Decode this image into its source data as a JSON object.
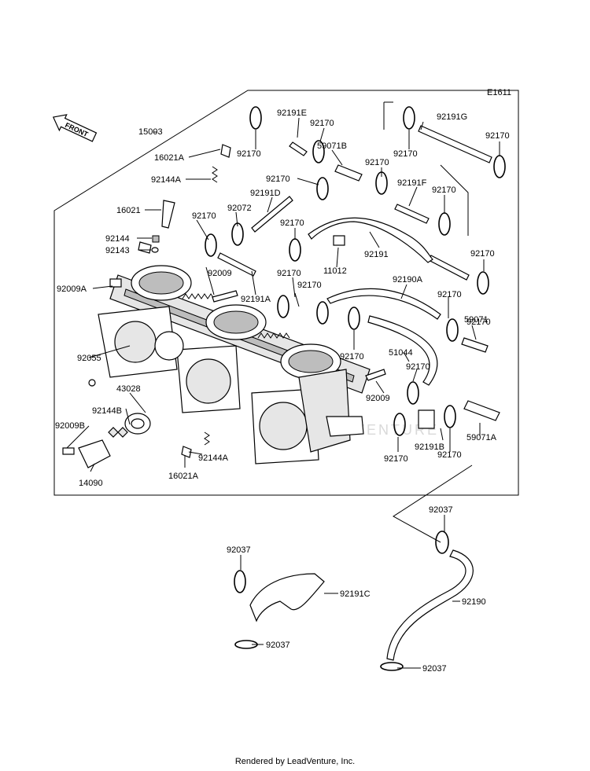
{
  "figure_code": "E1611",
  "front_label": "FRONT",
  "watermark": "LEADVENTURE",
  "footer": "Rendered by LeadVenture, Inc.",
  "callouts": [
    "15003",
    "16021A",
    "92144A",
    "16021",
    "92144",
    "92143",
    "92009A",
    "92055",
    "43028",
    "92144B",
    "92009B",
    "14090",
    "92144A",
    "16021A",
    "92009",
    "92170",
    "92072",
    "92170",
    "92191A",
    "92170",
    "92170",
    "92170",
    "92191E",
    "92170",
    "92170",
    "92191D",
    "92170",
    "59071B",
    "92170",
    "92191G",
    "92170",
    "92170",
    "92191F",
    "92170",
    "92191",
    "11012",
    "92170",
    "92190A",
    "92170",
    "59071",
    "92170",
    "51044",
    "92170",
    "92009",
    "92191B",
    "92170",
    "59071A",
    "92170",
    "92037",
    "92037",
    "92191C",
    "92037",
    "92190",
    "92037"
  ]
}
